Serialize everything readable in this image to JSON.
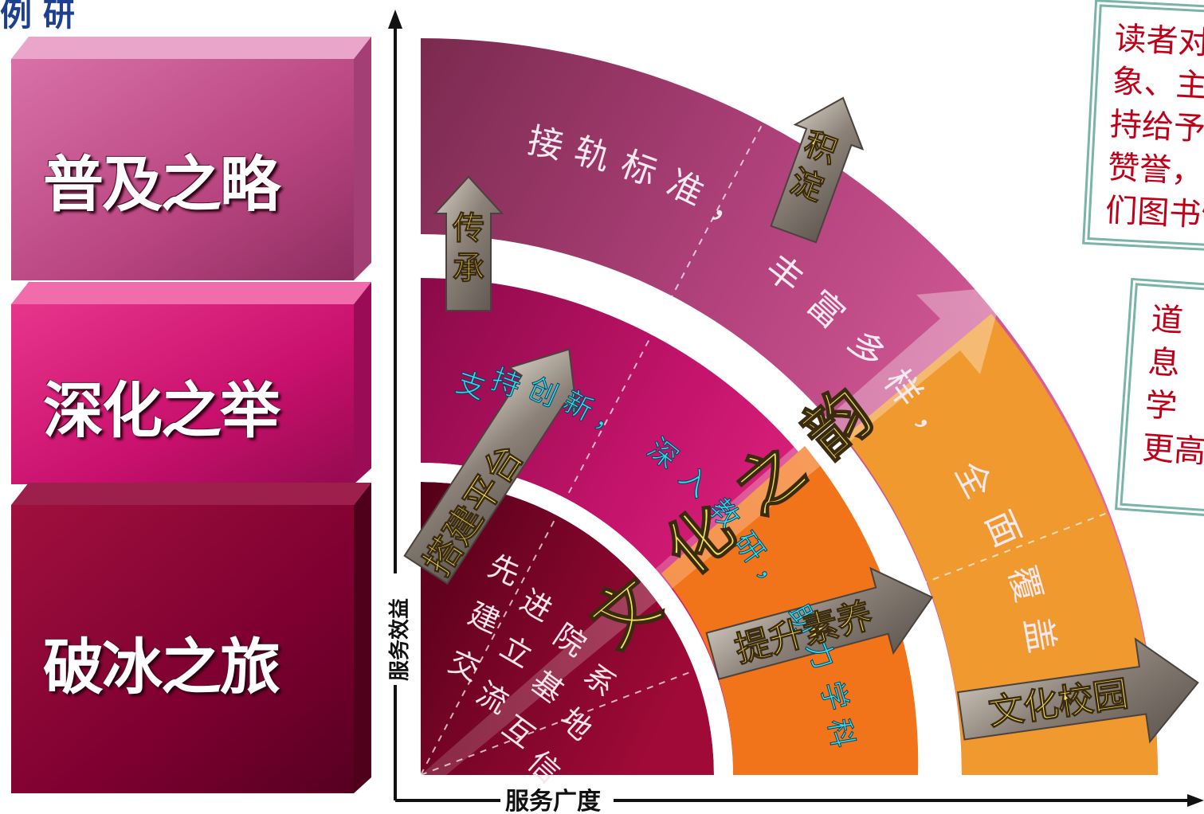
{
  "title_fragment": "例 研",
  "phases": [
    {
      "label": "普及之略",
      "color_top": "#e9a0c8",
      "color_front": "#c24e8a",
      "color_side": "#9e3a6e"
    },
    {
      "label": "深化之举",
      "color_top": "#ef5fa6",
      "color_front": "#d11475",
      "color_side": "#a00d5a"
    },
    {
      "label": "破冰之旅",
      "color_top": "#9a1c4a",
      "color_front": "#7a0028",
      "color_side": "#55001c"
    }
  ],
  "axes": {
    "y_label": "服务效益",
    "x_label": "服务广度"
  },
  "bands": {
    "outer_pink": "#c44f8c",
    "mid_pink": "#c8146e",
    "inner_dark": "#7c0030",
    "orange_outer": "#f0992e",
    "orange_mid": "#f2741a",
    "orange_inner": "#f08018"
  },
  "arc_texts": {
    "top": "接轨标准，丰富多样，全面覆盖",
    "middle": "支持创新，深入教研，助力学科",
    "inner": "先进院系建立基地交流互信"
  },
  "center_text": "文化之韵",
  "arrows": {
    "chuancheng": "传承",
    "jidian": "积淀",
    "dajian": "搭建平台",
    "tisheng": "提升素养",
    "wenhua": "文化校园"
  },
  "callouts": {
    "top": [
      "读者对",
      "象、主",
      "持给予",
      "赞誉，",
      "们图书馆"
    ],
    "bottom": [
      "",
      "道",
      "息",
      "学",
      "更高"
    ]
  }
}
